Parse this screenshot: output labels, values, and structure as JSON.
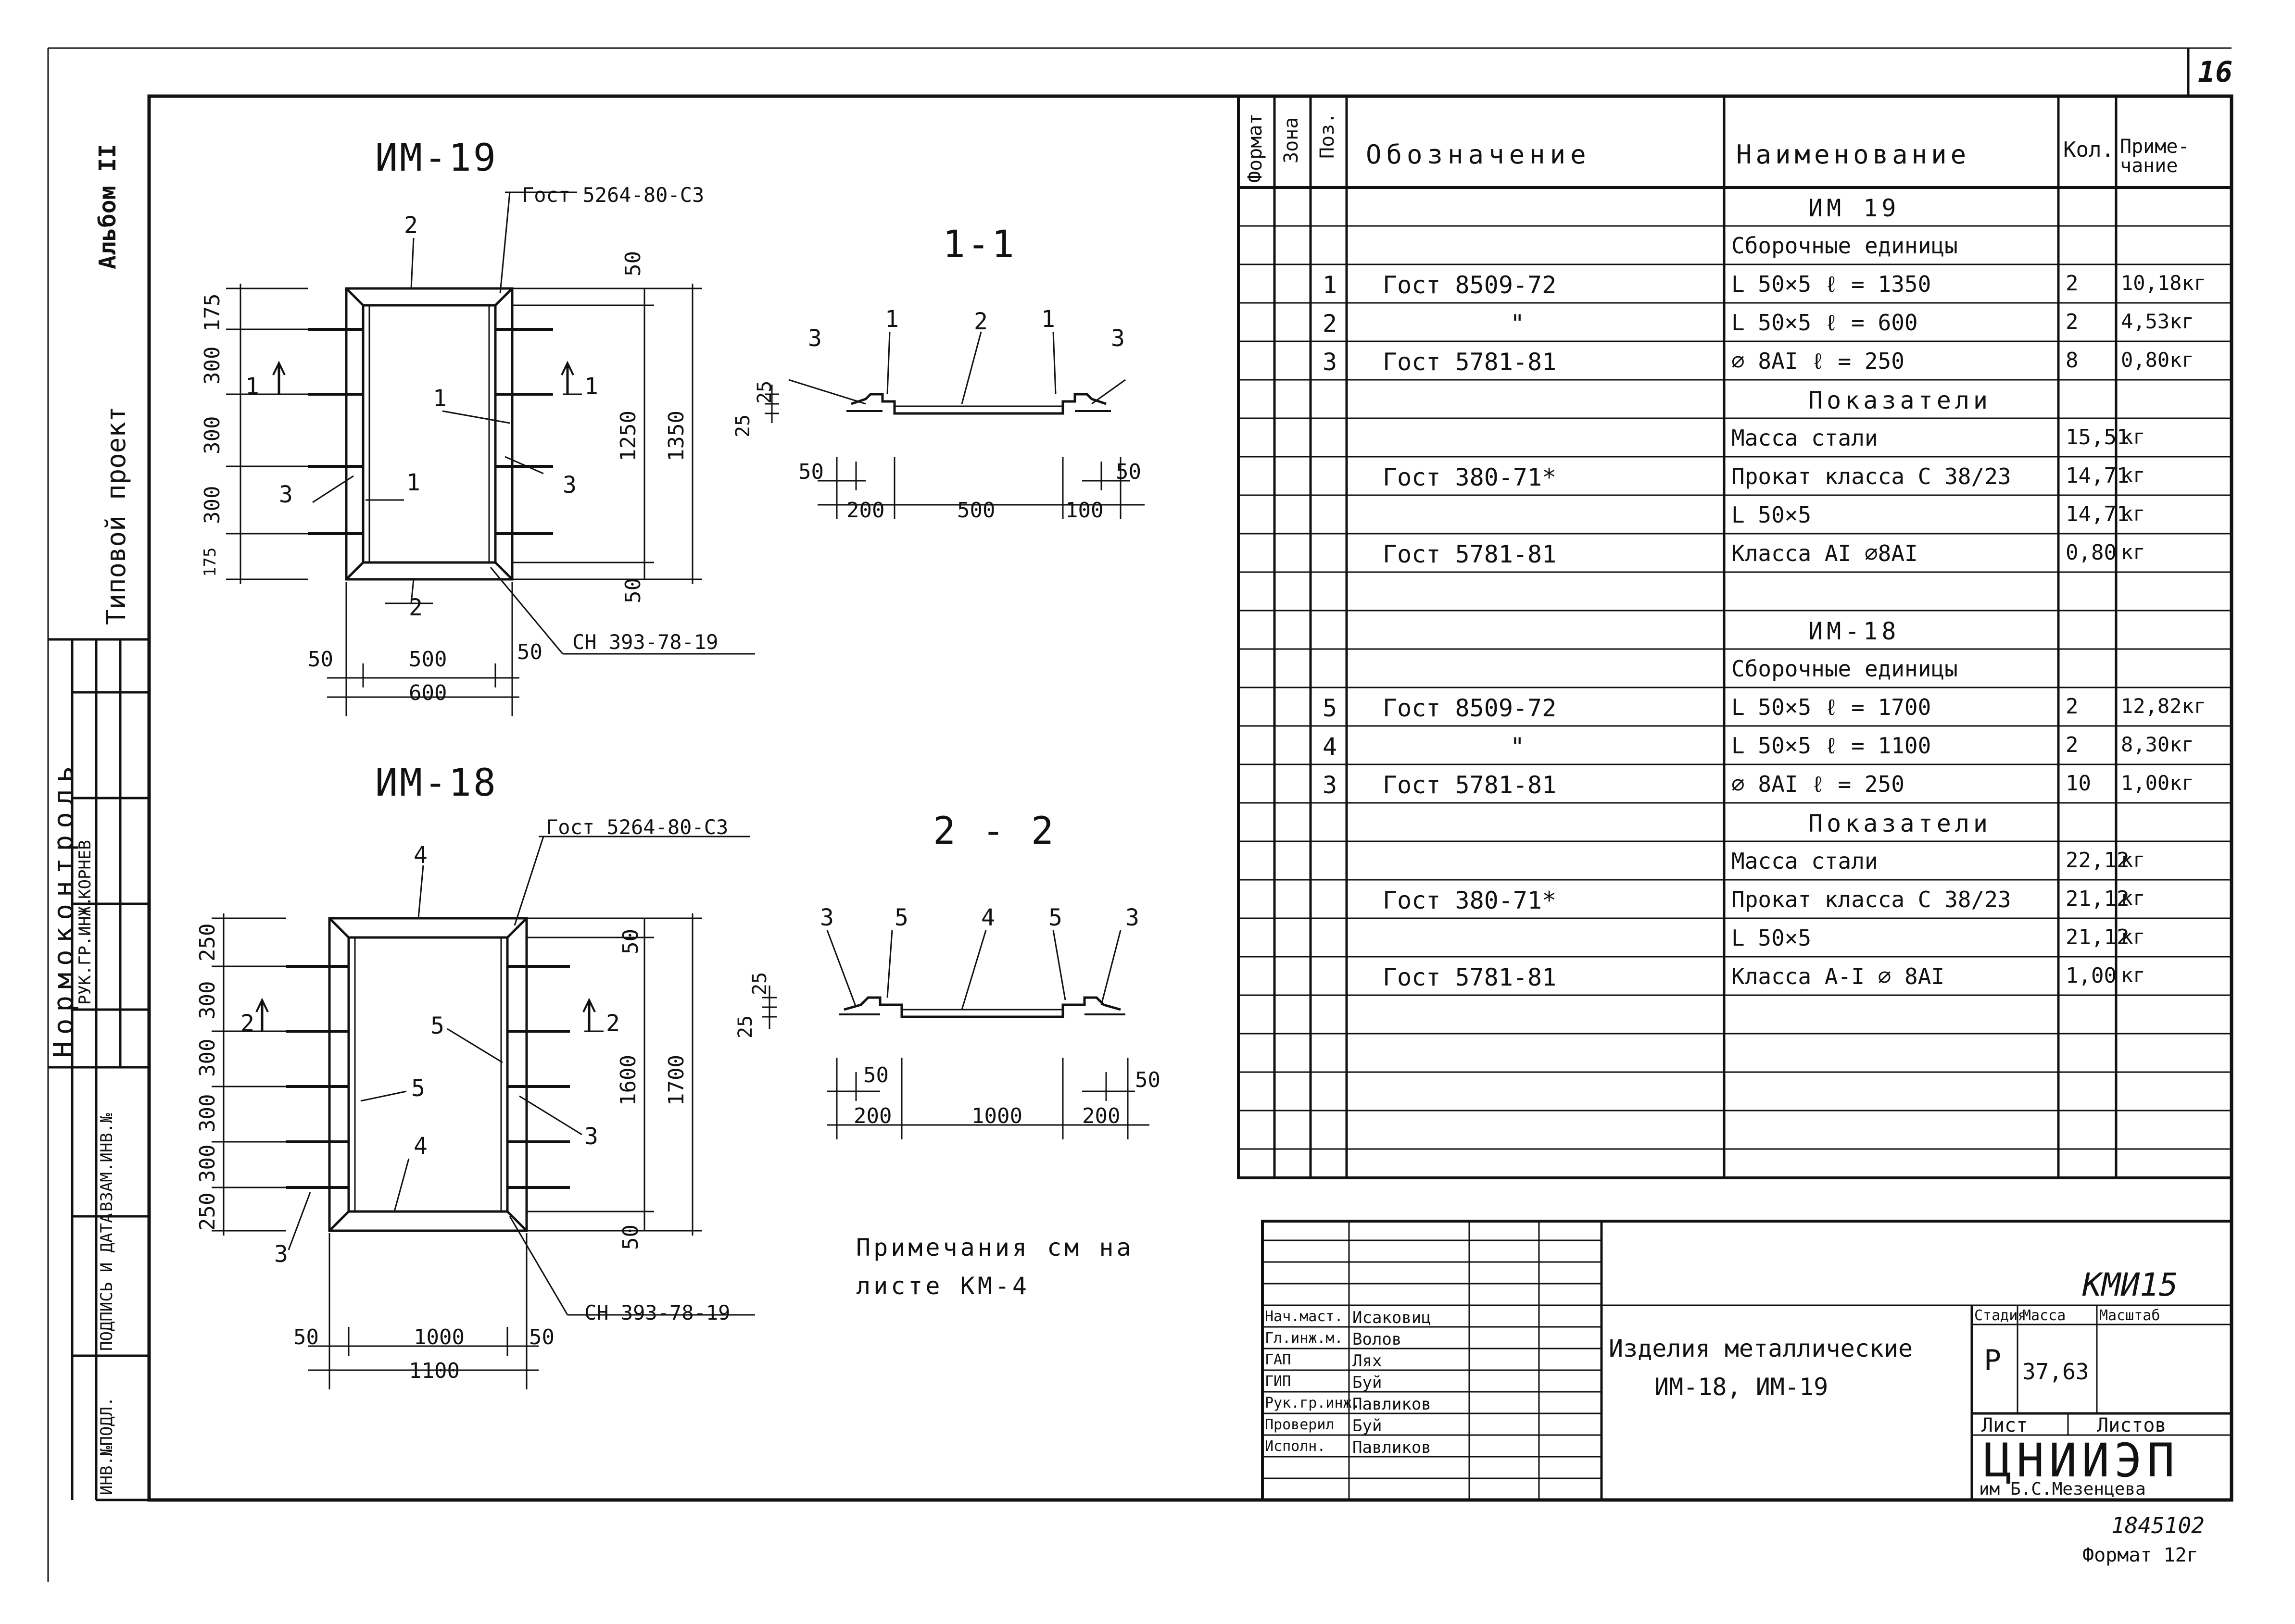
{
  "sheet": {
    "number": "16",
    "code": "КМИ15",
    "album": "Альбом II",
    "project_type": "Типовой проект",
    "inv_number": "1845102",
    "format": "Формат 12г"
  },
  "left_stamp": {
    "normocontrol": "Нормоконтроль",
    "ruk_gr": "РУК.ГР.ИНЖ.",
    "korneev": "КОРНЕВ",
    "vzam": "ВЗАМ.ИНВ.№",
    "podpis": "ПОДПИСЬ И ДАТА",
    "inv_podl": "ИНВ.№ПОДЛ."
  },
  "drawings": {
    "im19": {
      "title": "ИМ-19",
      "gost_top": "Гост 5264-80-С3",
      "sn": "СН 393-78-19",
      "section": "1-1",
      "arrow": "1",
      "pos": {
        "p1": "1",
        "p2": "2",
        "p3": "3"
      },
      "dims_left": [
        "175",
        "300",
        "300",
        "300",
        "175"
      ],
      "dims_right": {
        "top": "50",
        "inner": "1250",
        "outer": "1350",
        "bottom": "50"
      },
      "dims_bottom": {
        "l": "50",
        "m": "500",
        "r": "50",
        "total": "600"
      },
      "sec": {
        "d25a": "25",
        "d25b": "25",
        "l50": "50",
        "r50": "50",
        "d200": "200",
        "d500": "500",
        "d100": "100"
      }
    },
    "im18": {
      "title": "ИМ-18",
      "gost_top": "Гост 5264-80-С3",
      "sn": "СН 393-78-19",
      "section": "2 - 2",
      "arrow": "2",
      "pos": {
        "p3": "3",
        "p4": "4",
        "p5": "5"
      },
      "dims_left": [
        "250",
        "300",
        "300",
        "300",
        "300",
        "250"
      ],
      "dims_right": {
        "top": "50",
        "inner": "1600",
        "outer": "1700",
        "bottom": "50"
      },
      "dims_bottom": {
        "l": "50",
        "m": "1000",
        "r": "50",
        "total": "1100"
      },
      "sec": {
        "d25a": "25",
        "d25b": "25",
        "l50": "50",
        "r50": "50",
        "d200a": "200",
        "d1000": "1000",
        "d200b": "200"
      }
    },
    "note": [
      "Примечания см на",
      "листе КМ-4"
    ]
  },
  "spec_table": {
    "headers": {
      "format": "Формат",
      "zone": "Зона",
      "pos": "Поз.",
      "designation": "Обозначение",
      "name": "Наименование",
      "qty": "Кол.",
      "note": "Приме-чание"
    },
    "rows": [
      {
        "pos": "",
        "des": "",
        "name": "ИМ 19",
        "qty": "",
        "note": "",
        "center": true
      },
      {
        "pos": "",
        "des": "",
        "name": "Сборочные единицы",
        "qty": "",
        "note": ""
      },
      {
        "pos": "1",
        "des": "Гост 8509-72",
        "name": "L 50×5    ℓ = 1350",
        "qty": "2",
        "note": "10,18кг"
      },
      {
        "pos": "2",
        "des": "\"",
        "name": "L 50×5    ℓ = 600",
        "qty": "2",
        "note": "4,53кг"
      },
      {
        "pos": "3",
        "des": "Гост 5781-81",
        "name": "∅ 8АI     ℓ = 250",
        "qty": "8",
        "note": "0,80кг"
      },
      {
        "pos": "",
        "des": "",
        "name": "Показатели",
        "qty": "",
        "note": "",
        "center": true
      },
      {
        "pos": "",
        "des": "",
        "name": "Масса стали",
        "qty": "15,51",
        "note": "кг"
      },
      {
        "pos": "",
        "des": "Гост 380-71*",
        "name": "Прокат класса С 38/23",
        "qty": "14,71",
        "note": "кг"
      },
      {
        "pos": "",
        "des": "",
        "name": "L 50×5",
        "qty": "14,71",
        "note": "кг"
      },
      {
        "pos": "",
        "des": "Гост 5781-81",
        "name": "Класса АI ∅8АI",
        "qty": "0,80",
        "note": "кг"
      },
      {
        "pos": "",
        "des": "",
        "name": "",
        "qty": "",
        "note": ""
      },
      {
        "pos": "",
        "des": "",
        "name": "ИМ-18",
        "qty": "",
        "note": "",
        "center": true
      },
      {
        "pos": "",
        "des": "",
        "name": "Сборочные единицы",
        "qty": "",
        "note": ""
      },
      {
        "pos": "5",
        "des": "Гост 8509-72",
        "name": "L 50×5    ℓ = 1700",
        "qty": "2",
        "note": "12,82кг"
      },
      {
        "pos": "4",
        "des": "\"",
        "name": "L 50×5    ℓ = 1100",
        "qty": "2",
        "note": "8,30кг"
      },
      {
        "pos": "3",
        "des": "Гост 5781-81",
        "name": "∅ 8АI     ℓ = 250",
        "qty": "10",
        "note": "1,00кг"
      },
      {
        "pos": "",
        "des": "",
        "name": "Показатели",
        "qty": "",
        "note": "",
        "center": true
      },
      {
        "pos": "",
        "des": "",
        "name": "Масса стали",
        "qty": "22,12",
        "note": "кг"
      },
      {
        "pos": "",
        "des": "Гост 380-71*",
        "name": "Прокат класса С 38/23",
        "qty": "21,12",
        "note": "кг"
      },
      {
        "pos": "",
        "des": "",
        "name": "L 50×5",
        "qty": "21,12",
        "note": "кг"
      },
      {
        "pos": "",
        "des": "Гост 5781-81",
        "name": "Класса А-I ∅ 8АI",
        "qty": "1,00",
        "note": "кг"
      },
      {
        "pos": "",
        "des": "",
        "name": "",
        "qty": "",
        "note": ""
      },
      {
        "pos": "",
        "des": "",
        "name": "",
        "qty": "",
        "note": ""
      },
      {
        "pos": "",
        "des": "",
        "name": "",
        "qty": "",
        "note": ""
      },
      {
        "pos": "",
        "des": "",
        "name": "",
        "qty": "",
        "note": ""
      },
      {
        "pos": "",
        "des": "",
        "name": "",
        "qty": "",
        "note": ""
      }
    ]
  },
  "title_block": {
    "roles": [
      "Нач.маст.",
      "Гл.инж.м.",
      "ГАП",
      "ГИП",
      "Рук.гр.инж.",
      "Проверил",
      "Исполн."
    ],
    "names": [
      "Исаковиц",
      "Волов",
      "Лях",
      "Буй",
      "Павликов",
      "Буй",
      "Павликов"
    ],
    "doc_title": [
      "Изделия металлические",
      "ИМ-18, ИМ-19"
    ],
    "stage_label": "Стадия",
    "mass_label": "Масса",
    "scale_label": "Масштаб",
    "stage": "Р",
    "mass": "37,63",
    "sheet_label": "Лист",
    "sheets_label": "Листов",
    "org": "ЦНИИЭП",
    "org_sub": "им Б.С.Мезенцева"
  }
}
